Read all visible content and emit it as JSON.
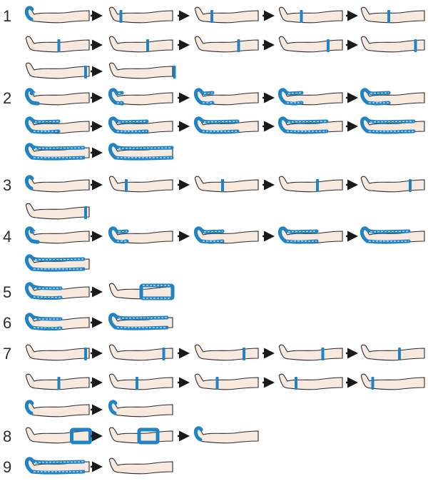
{
  "colors": {
    "skin": "#f8e9df",
    "outline": "#2a2a2a",
    "cuff": "#1f83c4",
    "cuff_stitch": "#ffffff",
    "arrow": "#1a1a1a",
    "number": "#2b2b2b"
  },
  "icons": {
    "leg": "leg-icon",
    "arrow": "arrow-right-icon",
    "cuff": "compression-cuff-icon"
  },
  "sequences": [
    {
      "number": "1",
      "lines": [
        [
          {
            "cuff": "seg",
            "pos": 0
          },
          {
            "cuff": "seg",
            "pos": 1
          },
          {
            "cuff": "seg",
            "pos": 2
          },
          {
            "cuff": "seg",
            "pos": 3
          },
          {
            "cuff": "seg",
            "pos": 4
          }
        ],
        [
          {
            "cuff": "seg",
            "pos": 5
          },
          {
            "cuff": "seg",
            "pos": 6
          },
          {
            "cuff": "seg",
            "pos": 7
          },
          {
            "cuff": "seg",
            "pos": 8
          },
          {
            "cuff": "seg",
            "pos": 9
          }
        ],
        [
          {
            "cuff": "seg",
            "pos": 10
          },
          {
            "cuff": "seg",
            "pos": 11
          }
        ]
      ]
    },
    {
      "number": "2",
      "lines": [
        [
          {
            "cuff": "fill",
            "pos": 0
          },
          {
            "cuff": "fill",
            "pos": 1
          },
          {
            "cuff": "fill",
            "pos": 2
          },
          {
            "cuff": "fill",
            "pos": 3
          },
          {
            "cuff": "fill",
            "pos": 4
          }
        ],
        [
          {
            "cuff": "fill",
            "pos": 5
          },
          {
            "cuff": "fill",
            "pos": 6
          },
          {
            "cuff": "fill",
            "pos": 7
          },
          {
            "cuff": "fill",
            "pos": 8
          },
          {
            "cuff": "fill",
            "pos": 9
          }
        ],
        [
          {
            "cuff": "fill",
            "pos": 10
          },
          {
            "cuff": "fill",
            "pos": 11
          }
        ]
      ]
    },
    {
      "number": "3",
      "lines": [
        [
          {
            "cuff": "seg",
            "pos": 0
          },
          {
            "cuff": "seg",
            "pos": 2
          },
          {
            "cuff": "seg",
            "pos": 4
          },
          {
            "cuff": "seg",
            "pos": 6
          },
          {
            "cuff": "seg",
            "pos": 8
          }
        ],
        [
          {
            "cuff": "seg",
            "pos": 10
          }
        ]
      ]
    },
    {
      "number": "4",
      "lines": [
        [
          {
            "cuff": "fill",
            "pos": 0
          },
          {
            "cuff": "fill",
            "pos": 2
          },
          {
            "cuff": "fill",
            "pos": 4
          },
          {
            "cuff": "fill",
            "pos": 6
          },
          {
            "cuff": "fill",
            "pos": 8
          }
        ],
        [
          {
            "cuff": "fill",
            "pos": 10
          }
        ]
      ]
    },
    {
      "number": "5",
      "lines": [
        [
          {
            "cuff": "lower",
            "pos": 0
          },
          {
            "cuff": "upper",
            "pos": 0
          }
        ]
      ]
    },
    {
      "number": "6",
      "lines": [
        [
          {
            "cuff": "lower",
            "pos": 0
          },
          {
            "cuff": "fill",
            "pos": 10
          }
        ]
      ]
    },
    {
      "number": "7",
      "lines": [
        [
          {
            "cuff": "seg",
            "pos": 10
          },
          {
            "cuff": "seg",
            "pos": 9
          },
          {
            "cuff": "seg",
            "pos": 8
          },
          {
            "cuff": "seg",
            "pos": 7
          },
          {
            "cuff": "seg",
            "pos": 6
          }
        ],
        [
          {
            "cuff": "seg",
            "pos": 5
          },
          {
            "cuff": "seg",
            "pos": 4
          },
          {
            "cuff": "seg",
            "pos": 3
          },
          {
            "cuff": "seg",
            "pos": 2
          },
          {
            "cuff": "seg",
            "pos": 1
          }
        ],
        [
          {
            "cuff": "seg",
            "pos": 0
          },
          {
            "cuff": "seg",
            "pos": -1
          }
        ]
      ]
    },
    {
      "number": "8",
      "lines": [
        [
          {
            "cuff": "block",
            "pos": 9
          },
          {
            "cuff": "block",
            "pos": 6
          },
          {
            "cuff": "seg",
            "pos": -1
          }
        ]
      ]
    },
    {
      "number": "9",
      "lines": [
        [
          {
            "cuff": "fill",
            "pos": 10
          },
          {
            "cuff": "none",
            "pos": 0
          }
        ]
      ]
    }
  ]
}
